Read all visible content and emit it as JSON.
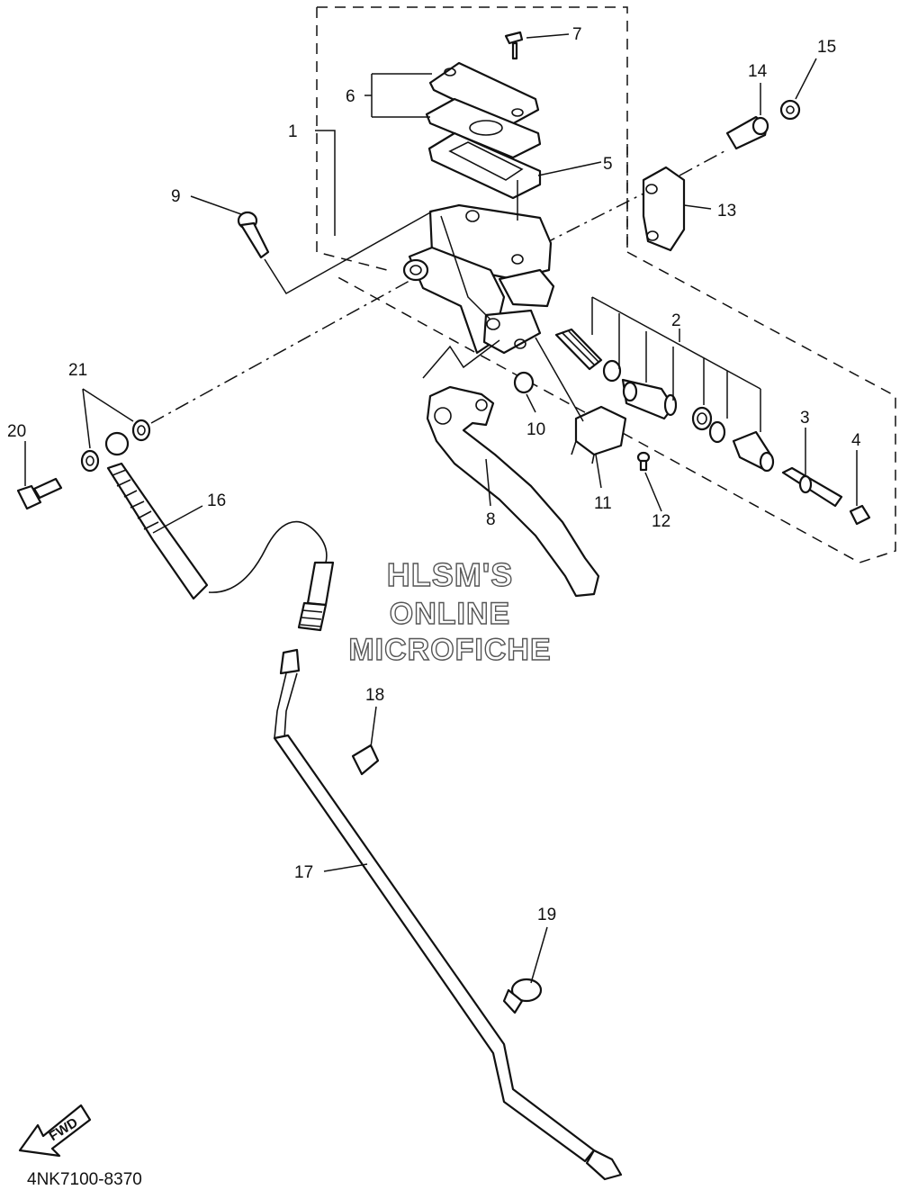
{
  "callouts": [
    "1",
    "2",
    "3",
    "4",
    "5",
    "6",
    "7",
    "8",
    "9",
    "10",
    "11",
    "12",
    "13",
    "14",
    "15",
    "16",
    "17",
    "18",
    "19",
    "20",
    "21"
  ],
  "watermark": {
    "line1": "HLSM'S",
    "line2": "ONLINE",
    "line3": "MICROFICHE"
  },
  "direction_arrow": "FWD",
  "figure_code": "4NK7100-8370",
  "icons": {
    "arrow": "fwd-arrow-icon"
  }
}
